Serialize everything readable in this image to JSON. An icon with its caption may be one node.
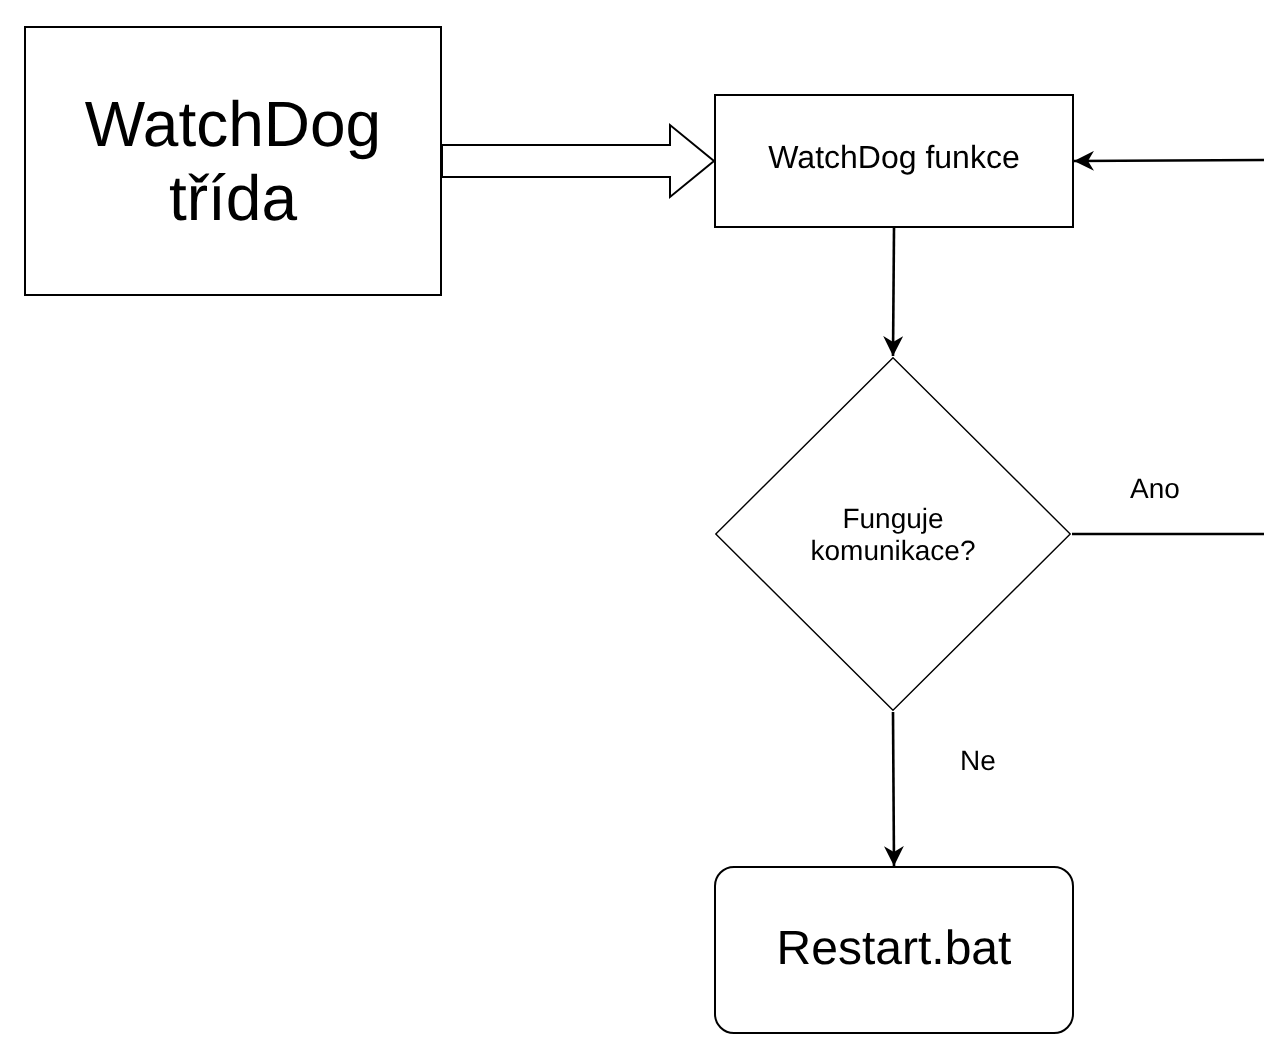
{
  "diagram": {
    "nodes": [
      {
        "text": [
          "WatchDog třída"
        ]
      },
      {
        "text": [
          "WatchDog funkce"
        ]
      },
      {
        "text": [
          "Funguje komunikace?"
        ]
      },
      {
        "text": [
          "Restart.bat"
        ]
      }
    ],
    "edges": [
      {
        "from": 0,
        "to": 1,
        "arrow": "to",
        "style": "thick"
      },
      {
        "from": null,
        "to": 1,
        "arrow": "to"
      },
      {
        "from": 1,
        "to": 2,
        "arrow": "to"
      },
      {
        "from": 2,
        "to": null,
        "arrow": "none",
        "label": "Ano"
      },
      {
        "from": 2,
        "to": 3,
        "arrow": "to",
        "label": "Ne"
      }
    ]
  }
}
